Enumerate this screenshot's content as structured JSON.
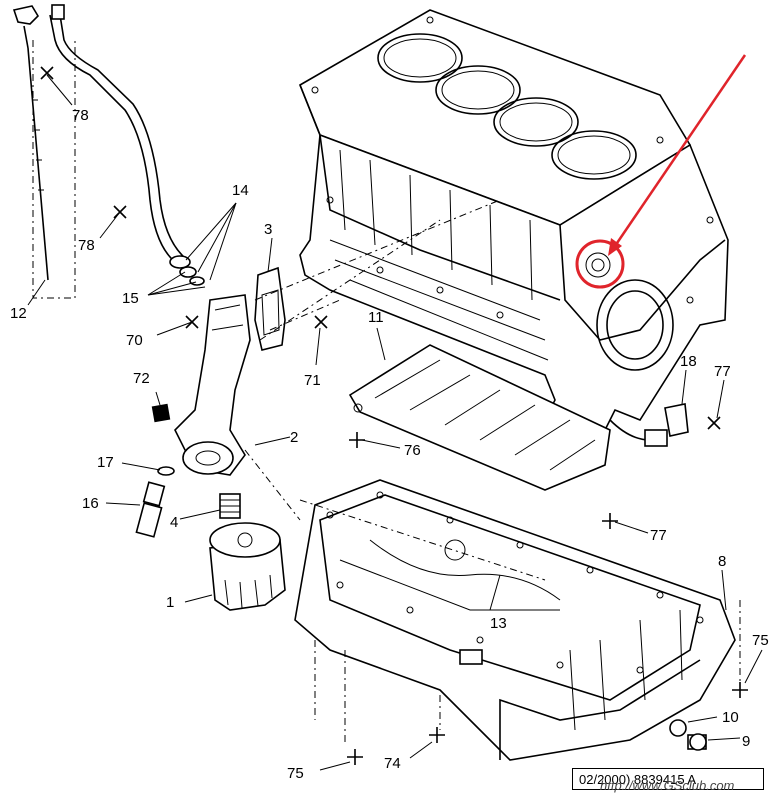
{
  "callouts": {
    "c1": "1",
    "c2": "2",
    "c3": "3",
    "c4": "4",
    "c8": "8",
    "c9": "9",
    "c10": "10",
    "c11": "11",
    "c12": "12",
    "c13": "13",
    "c14": "14",
    "c15": "15",
    "c16": "16",
    "c17": "17",
    "c18": "18",
    "c70": "70",
    "c71": "71",
    "c72": "72",
    "c74": "74",
    "c75a": "75",
    "c75b": "75",
    "c76": "76",
    "c77a": "77",
    "c77b": "77",
    "c78a": "78",
    "c78b": "78"
  },
  "drawing_ref": "02/2000) 8839415 A",
  "watermark": "http://www.GSclub.com",
  "colors": {
    "line": "#000000",
    "highlight": "#e0242b",
    "background": "#ffffff"
  }
}
